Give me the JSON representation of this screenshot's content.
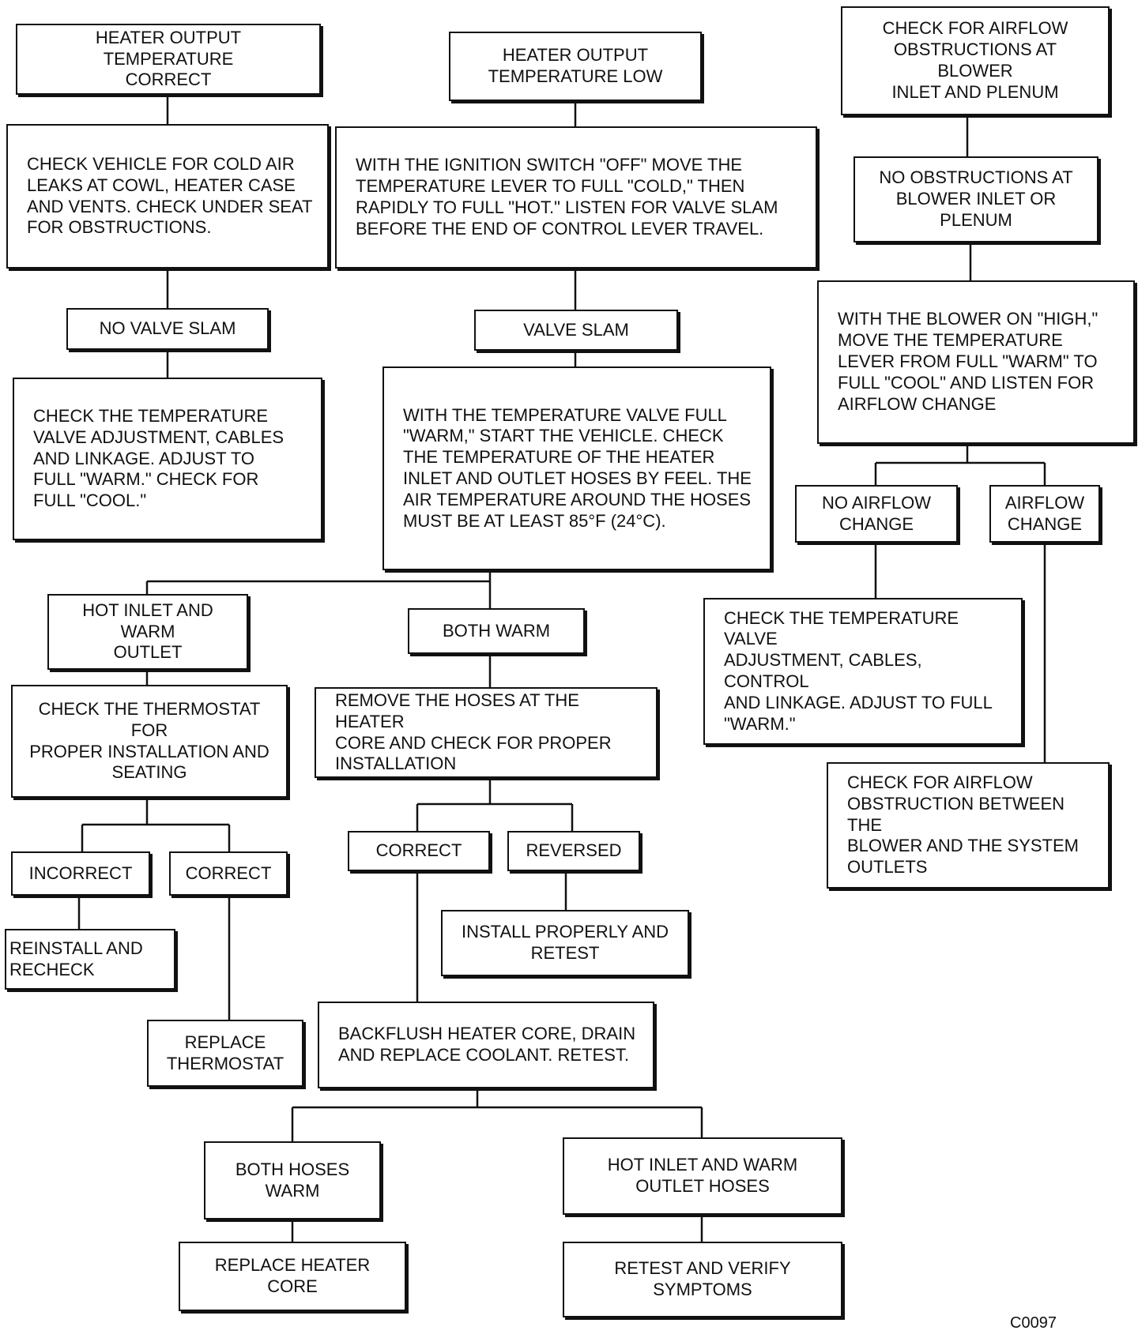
{
  "diagram": {
    "nodes": {
      "output_correct": "HEATER OUTPUT TEMPERATURE\nCORRECT",
      "output_low": "HEATER OUTPUT\nTEMPERATURE LOW",
      "check_airflow_obstructions": "CHECK FOR AIRFLOW\nOBSTRUCTIONS AT BLOWER\nINLET AND PLENUM",
      "check_cold_air_leaks": "CHECK VEHICLE FOR COLD AIR\nLEAKS AT COWL, HEATER CASE\nAND VENTS. CHECK UNDER SEAT\nFOR OBSTRUCTIONS.",
      "ignition_off_test": "WITH THE IGNITION SWITCH \"OFF\" MOVE THE\nTEMPERATURE LEVER TO FULL \"COLD,\" THEN\nRAPIDLY TO FULL \"HOT.\" LISTEN FOR VALVE SLAM\nBEFORE THE END OF CONTROL LEVER TRAVEL.",
      "no_obstructions": "NO OBSTRUCTIONS AT\nBLOWER INLET OR\nPLENUM",
      "no_valve_slam": "NO VALVE SLAM",
      "valve_slam": "VALVE SLAM",
      "blower_high_test": "WITH THE BLOWER ON \"HIGH,\"\nMOVE THE TEMPERATURE\nLEVER FROM FULL \"WARM\" TO\nFULL \"COOL\" AND LISTEN FOR\nAIRFLOW CHANGE",
      "check_valve_adjust_1": "CHECK THE TEMPERATURE\nVALVE ADJUSTMENT, CABLES\nAND LINKAGE. ADJUST TO\nFULL \"WARM.\" CHECK FOR\nFULL \"COOL.\"",
      "valve_full_warm_test": "WITH THE TEMPERATURE VALVE FULL\n\"WARM,\" START THE VEHICLE. CHECK\nTHE TEMPERATURE OF THE HEATER\nINLET AND OUTLET HOSES BY FEEL. THE\nAIR TEMPERATURE AROUND THE HOSES\nMUST BE AT LEAST 85°F (24°C).",
      "no_airflow_change": "NO AIRFLOW\nCHANGE",
      "airflow_change": "AIRFLOW\nCHANGE",
      "hot_inlet_warm_outlet": "HOT INLET AND WARM\nOUTLET",
      "both_warm": "BOTH WARM",
      "check_valve_adjust_2": "CHECK THE TEMPERATURE VALVE\nADJUSTMENT, CABLES, CONTROL\nAND LINKAGE. ADJUST TO FULL\n\"WARM.\"",
      "check_thermostat": "CHECK THE THERMOSTAT FOR\nPROPER INSTALLATION AND\nSEATING",
      "remove_hoses": "REMOVE THE HOSES AT THE HEATER\nCORE AND CHECK FOR PROPER\nINSTALLATION",
      "check_airflow_obstruction_outlets": "CHECK FOR AIRFLOW\nOBSTRUCTION BETWEEN THE\nBLOWER AND THE SYSTEM\nOUTLETS",
      "incorrect": "INCORRECT",
      "correct_thermostat": "CORRECT",
      "correct_hoses": "CORRECT",
      "reversed": "REVERSED",
      "install_properly": "INSTALL PROPERLY AND\nRETEST",
      "reinstall_recheck": "REINSTALL AND\nRECHECK",
      "replace_thermostat": "REPLACE\nTHERMOSTAT",
      "backflush": "BACKFLUSH HEATER CORE, DRAIN\nAND REPLACE COOLANT. RETEST.",
      "both_hoses_warm": "BOTH HOSES\nWARM",
      "hot_inlet_warm_outlet_hoses": "HOT INLET AND WARM\nOUTLET HOSES",
      "replace_heater_core": "REPLACE HEATER\nCORE",
      "retest_verify": "RETEST AND VERIFY\nSYMPTOMS"
    },
    "figure_code": "C0097"
  }
}
